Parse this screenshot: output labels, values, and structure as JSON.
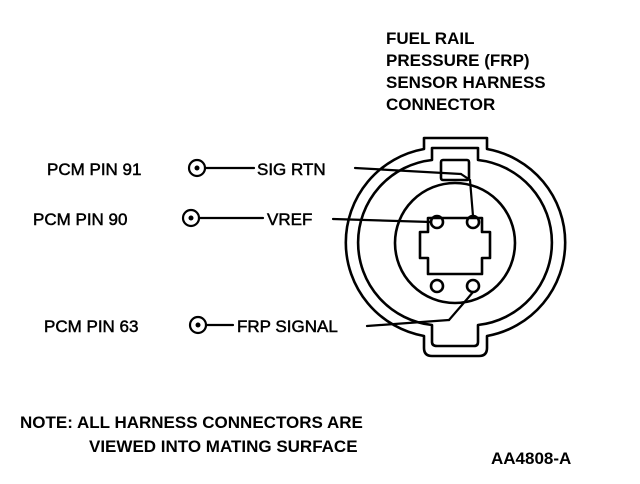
{
  "title": {
    "line1": "FUEL RAIL",
    "line2": "PRESSURE (FRP)",
    "line3": "SENSOR HARNESS",
    "line4": "CONNECTOR"
  },
  "pins": [
    {
      "pcm": "PCM PIN 91",
      "circuit": "SIG RTN"
    },
    {
      "pcm": "PCM PIN 90",
      "circuit": "VREF"
    },
    {
      "pcm": "PCM PIN 63",
      "circuit": "FRP SIGNAL"
    }
  ],
  "note": {
    "line1": "NOTE: ALL HARNESS CONNECTORS ARE",
    "line2": "VIEWED INTO MATING SURFACE"
  },
  "figure_id": "AA4808-A"
}
